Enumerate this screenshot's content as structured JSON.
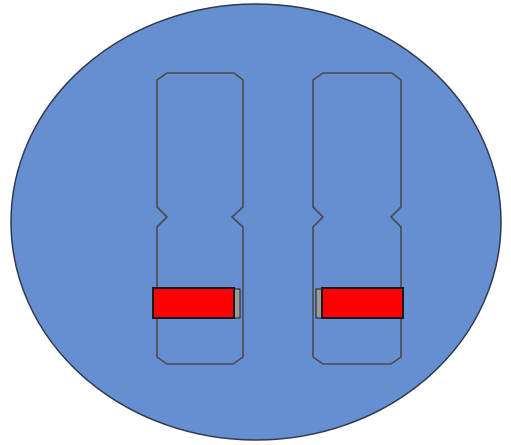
{
  "colors": {
    "cell_fill": "#658fd0",
    "cell_stroke": "#2f3a4a",
    "chromosome_stroke": "#4a4a4a",
    "band_fill": "#ff0000",
    "band_stroke": "#1a1a1a",
    "band_edge_fill": "#9a9a9a"
  },
  "chromosomes": [
    {
      "id": "left",
      "band_edge_side": "right"
    },
    {
      "id": "right",
      "band_edge_side": "left"
    }
  ]
}
